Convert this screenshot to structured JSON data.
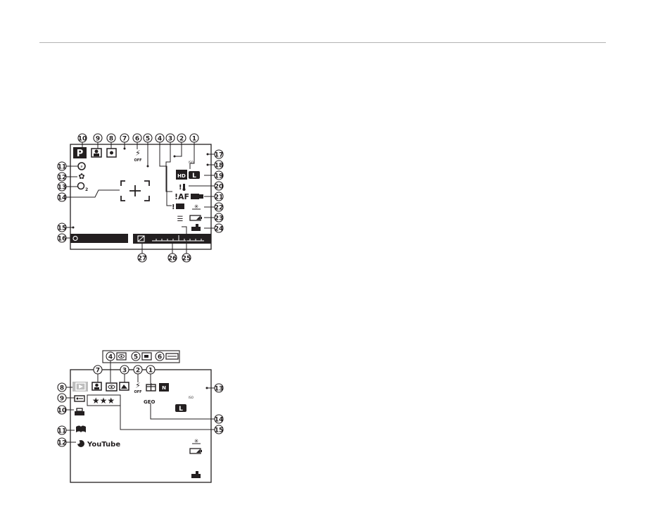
{
  "shooting_diagram": {
    "callouts": [
      "10",
      "9",
      "8",
      "7",
      "6",
      "5",
      "4",
      "3",
      "2",
      "1",
      "17",
      "18",
      "19",
      "20",
      "21",
      "22",
      "23",
      "24",
      "11",
      "12",
      "13",
      "14",
      "15",
      "16",
      "27",
      "26",
      "25"
    ],
    "mode_letter": "P",
    "af_warning": "!AF",
    "flash_off": "OFF",
    "iso_small": "ISO",
    "image_size": "L",
    "hd_label": "HD",
    "temp_warning": "!🌡"
  },
  "playback_diagram": {
    "top_callouts": [
      "4",
      "5",
      "6"
    ],
    "callouts": [
      "7",
      "3",
      "2",
      "1",
      "8",
      "9",
      "10",
      "11",
      "12",
      "13",
      "14",
      "15"
    ],
    "youtube_label": "YouTube",
    "rating": "★★★",
    "geo_label": "GEO",
    "image_size": "L",
    "flash_off": "OFF",
    "iso_small": "ISO"
  },
  "colors": {
    "line": "#231f20",
    "rule": "#b3b3b3",
    "highlight": "#bdbdbd"
  }
}
